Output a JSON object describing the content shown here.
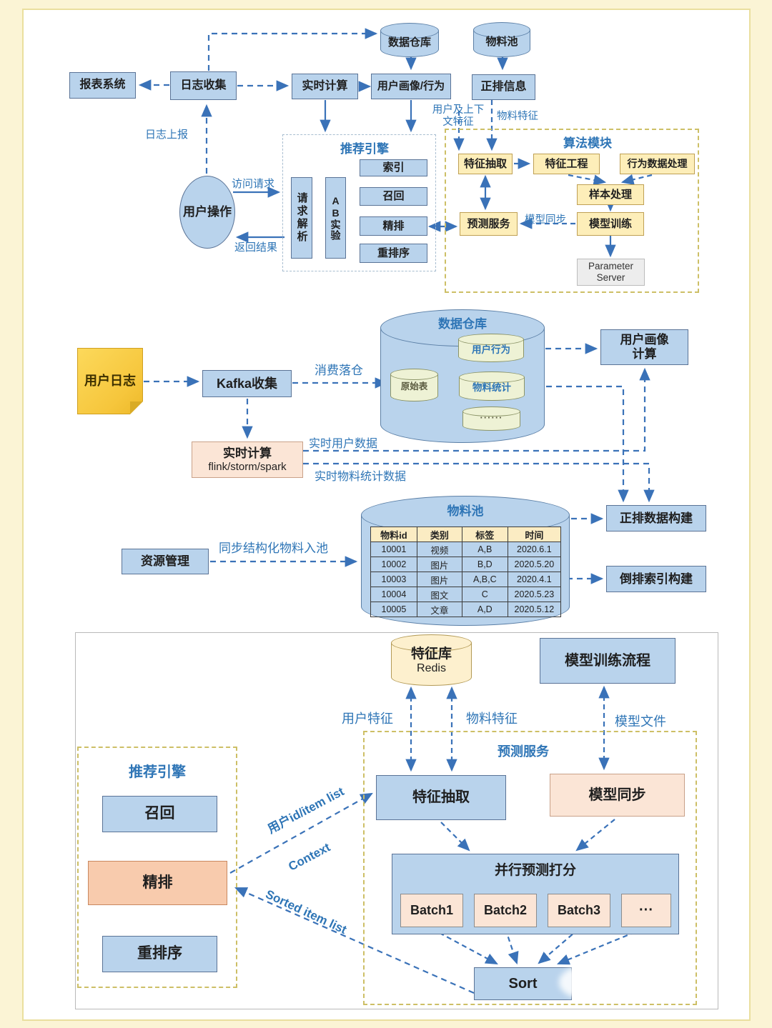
{
  "top": {
    "report": "报表系统",
    "log_collect": "日志收集",
    "realtime": "实时计算",
    "profile_behavior": "用户画像/行为",
    "forward_info": "正排信息",
    "dw_cyl": "数据仓库",
    "pool_cyl": "物料池",
    "user_ellipse": "用户操作",
    "labels": {
      "log_report": "日志上报",
      "access_request": "访问请求",
      "return_result": "返回结果",
      "user_ctx_feature": "用户及上下文特征",
      "material_feature": "物料特征",
      "model_sync": "模型同步"
    },
    "engine": {
      "title": "推荐引擎",
      "request_parse": "请求解析",
      "ab_test": "AB实验",
      "items": [
        "索引",
        "召回",
        "精排",
        "重排序"
      ]
    },
    "algo": {
      "title": "算法模块",
      "feature_extract": "特征抽取",
      "feature_eng": "特征工程",
      "behavior_proc": "行为数据处理",
      "sample_proc": "样本处理",
      "model_train": "模型训练",
      "predict_service": "预测服务",
      "param_server_1": "Parameter",
      "param_server_2": "Server"
    }
  },
  "middle": {
    "user_log": "用户日志",
    "kafka": "Kafka收集",
    "consume_label": "消费落仓",
    "rt_box_line1": "实时计算",
    "rt_box_line2": "flink/storm/spark",
    "rt_user_label": "实时用户数据",
    "rt_material_label": "实时物料统计数据",
    "dw": {
      "title": "数据仓库",
      "raw_table": "原始表",
      "user_behavior": "用户行为",
      "material_stat": "物料统计",
      "dots": "······"
    },
    "profile_calc_1": "用户画像",
    "profile_calc_2": "计算",
    "forward_build": "正排数据构建",
    "invert_build": "倒排索引构建",
    "resource_mgmt": "资源管理",
    "sync_label": "同步结构化物料入池",
    "pool": {
      "title": "物料池",
      "headers": [
        "物料id",
        "类别",
        "标签",
        "时间"
      ],
      "rows": [
        [
          "10001",
          "视频",
          "A,B",
          "2020.6.1"
        ],
        [
          "10002",
          "图片",
          "B,D",
          "2020.5.20"
        ],
        [
          "10003",
          "图片",
          "A,B,C",
          "2020.4.1"
        ],
        [
          "10004",
          "图文",
          "C",
          "2020.5.23"
        ],
        [
          "10005",
          "文章",
          "A,D",
          "2020.5.12"
        ]
      ]
    }
  },
  "bottom": {
    "redis_line1": "特征库",
    "redis_line2": "Redis",
    "train_flow": "模型训练流程",
    "user_feature": "用户特征",
    "material_feature": "物料特征",
    "model_file": "模型文件",
    "predict": {
      "title": "预测服务",
      "feature_extract": "特征抽取",
      "model_sync": "模型同步",
      "parallel_title": "并行预测打分",
      "batches": [
        "Batch1",
        "Batch2",
        "Batch3",
        "···"
      ],
      "sort": "Sort"
    },
    "engine": {
      "title": "推荐引擎",
      "recall": "召回",
      "rank": "精排",
      "rerank": "重排序"
    },
    "arrow_labels": {
      "uid_item": "用户id/item list",
      "context": "Context",
      "sorted": "Sorted item list"
    }
  }
}
